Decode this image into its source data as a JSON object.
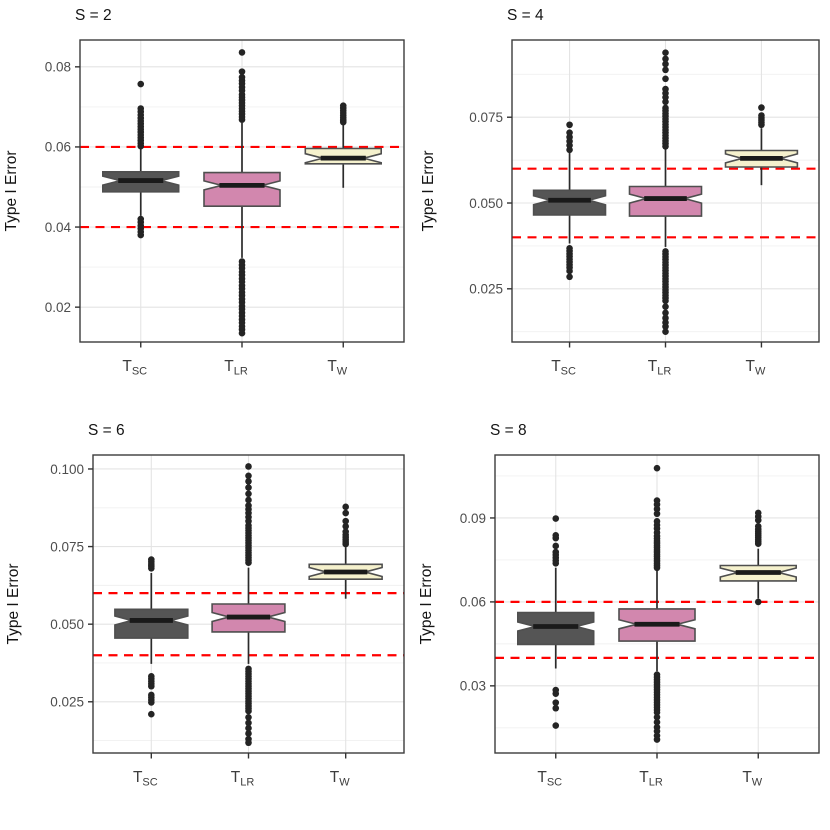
{
  "figure": {
    "ylabel": "Type I Error",
    "x_categories": [
      {
        "base": "T",
        "sub": "SC"
      },
      {
        "base": "T",
        "sub": "LR"
      },
      {
        "base": "T",
        "sub": "W"
      }
    ],
    "colors": {
      "fill_SC": "#555555",
      "fill_LR": "#D287AE",
      "fill_W": "#F5F1CD",
      "box_stroke": "#4F4F4F",
      "median": "#1A1A1A",
      "whisker": "#2B2B2B",
      "outlier": "#242424",
      "ref_line": "#FF0000",
      "grid_major": "#E4E4E4",
      "grid_minor": "#F0F0F0",
      "panel_border": "#3C3C3C",
      "tick_label": "#4D4D4D",
      "title_text": "#141414",
      "panel_bg": "#FFFFFF"
    }
  },
  "chart_data": [
    {
      "type": "boxplot",
      "title": "S = 2",
      "ylabel": "Type I Error",
      "ylim": [
        0.0113,
        0.0867
      ],
      "yticks": [
        {
          "v": 0.02,
          "label": "0.02"
        },
        {
          "v": 0.04,
          "label": "0.04"
        },
        {
          "v": 0.06,
          "label": "0.06"
        },
        {
          "v": 0.08,
          "label": "0.08"
        }
      ],
      "minor_ticks": [
        0.03,
        0.05,
        0.07
      ],
      "ref_lines": [
        0.04,
        0.06
      ],
      "boxes": [
        {
          "group": "SC",
          "whisker_low": 0.0428,
          "q1": 0.0488,
          "median": 0.0516,
          "q3": 0.0538,
          "whisker_high": 0.0598,
          "outliers": [
            0.038,
            0.0388,
            0.0396,
            0.0404,
            0.0412,
            0.042,
            0.0602,
            0.0609,
            0.0616,
            0.0623,
            0.063,
            0.0637,
            0.0644,
            0.0651,
            0.0658,
            0.0665,
            0.0672,
            0.068,
            0.0688,
            0.0696,
            0.0757
          ]
        },
        {
          "group": "LR",
          "whisker_low": 0.0323,
          "q1": 0.0452,
          "median": 0.0504,
          "q3": 0.0536,
          "whisker_high": 0.066,
          "outliers": [
            0.0135,
            0.0144,
            0.0152,
            0.0161,
            0.0169,
            0.0178,
            0.0186,
            0.0195,
            0.0203,
            0.0212,
            0.022,
            0.0229,
            0.0237,
            0.0246,
            0.0254,
            0.0263,
            0.0271,
            0.028,
            0.0288,
            0.0297,
            0.0305,
            0.0314,
            0.0668,
            0.0675,
            0.0682,
            0.0689,
            0.0696,
            0.0703,
            0.071,
            0.0717,
            0.0724,
            0.0731,
            0.0741,
            0.0749,
            0.0758,
            0.0766,
            0.0774,
            0.0788,
            0.0836
          ]
        },
        {
          "group": "W",
          "whisker_low": 0.0498,
          "q1": 0.0558,
          "median": 0.0572,
          "q3": 0.0596,
          "whisker_high": 0.0655,
          "outliers": [
            0.0662,
            0.0667,
            0.0673,
            0.0679,
            0.0685,
            0.0691,
            0.0697,
            0.0703
          ]
        }
      ]
    },
    {
      "type": "boxplot",
      "title": "S = 4",
      "ylabel": "Type I Error",
      "ylim": [
        0.0095,
        0.0975
      ],
      "yticks": [
        {
          "v": 0.025,
          "label": "0.025"
        },
        {
          "v": 0.05,
          "label": "0.050"
        },
        {
          "v": 0.075,
          "label": "0.075"
        }
      ],
      "minor_ticks": [
        0.0125,
        0.0375,
        0.0625,
        0.0875
      ],
      "ref_lines": [
        0.04,
        0.06
      ],
      "boxes": [
        {
          "group": "SC",
          "whisker_low": 0.0382,
          "q1": 0.0465,
          "median": 0.0508,
          "q3": 0.0537,
          "whisker_high": 0.0648,
          "outliers": [
            0.0285,
            0.0302,
            0.0312,
            0.032,
            0.0328,
            0.0336,
            0.0344,
            0.0352,
            0.036,
            0.0368,
            0.0655,
            0.0668,
            0.068,
            0.0692,
            0.0705,
            0.0728
          ]
        },
        {
          "group": "LR",
          "whisker_low": 0.0372,
          "q1": 0.0462,
          "median": 0.0513,
          "q3": 0.0548,
          "whisker_high": 0.0658,
          "outliers": [
            0.0125,
            0.014,
            0.0152,
            0.0165,
            0.018,
            0.0198,
            0.0215,
            0.0223,
            0.0231,
            0.0239,
            0.0247,
            0.0255,
            0.0263,
            0.0271,
            0.0279,
            0.0287,
            0.0295,
            0.0303,
            0.0311,
            0.0319,
            0.0327,
            0.0335,
            0.0343,
            0.0351,
            0.0359,
            0.0665,
            0.0673,
            0.0681,
            0.0689,
            0.0697,
            0.0705,
            0.0713,
            0.0721,
            0.0729,
            0.0737,
            0.0745,
            0.0753,
            0.0761,
            0.0769,
            0.0777,
            0.0795,
            0.0808,
            0.082,
            0.0832,
            0.0862,
            0.0888,
            0.0905,
            0.092,
            0.0938
          ]
        },
        {
          "group": "W",
          "whisker_low": 0.0552,
          "q1": 0.0605,
          "median": 0.063,
          "q3": 0.0653,
          "whisker_high": 0.0718,
          "outliers": [
            0.0728,
            0.0735,
            0.0742,
            0.0748,
            0.0755,
            0.0778
          ]
        }
      ]
    },
    {
      "type": "boxplot",
      "title": "S = 6",
      "ylabel": "Type I Error",
      "ylim": [
        0.0085,
        0.1045
      ],
      "yticks": [
        {
          "v": 0.025,
          "label": "0.025"
        },
        {
          "v": 0.05,
          "label": "0.050"
        },
        {
          "v": 0.075,
          "label": "0.075"
        },
        {
          "v": 0.1,
          "label": "0.100"
        }
      ],
      "minor_ticks": [
        0.0125,
        0.0375,
        0.0625,
        0.0875
      ],
      "ref_lines": [
        0.04,
        0.06
      ],
      "boxes": [
        {
          "group": "SC",
          "whisker_low": 0.0372,
          "q1": 0.0455,
          "median": 0.0512,
          "q3": 0.0548,
          "whisker_high": 0.0665,
          "outliers": [
            0.021,
            0.0248,
            0.0256,
            0.0264,
            0.0272,
            0.03,
            0.0308,
            0.0316,
            0.0324,
            0.0332,
            0.068,
            0.0687,
            0.0694,
            0.0701,
            0.0708
          ]
        },
        {
          "group": "LR",
          "whisker_low": 0.0372,
          "q1": 0.0475,
          "median": 0.0523,
          "q3": 0.0565,
          "whisker_high": 0.0682,
          "outliers": [
            0.0118,
            0.013,
            0.0148,
            0.0165,
            0.0182,
            0.02,
            0.022,
            0.0228,
            0.0236,
            0.0244,
            0.0252,
            0.026,
            0.0268,
            0.0276,
            0.0284,
            0.0292,
            0.03,
            0.0308,
            0.0316,
            0.0324,
            0.0332,
            0.034,
            0.0348,
            0.0356,
            0.0698,
            0.0706,
            0.0714,
            0.0722,
            0.073,
            0.0738,
            0.0746,
            0.0754,
            0.0762,
            0.077,
            0.0778,
            0.0786,
            0.0794,
            0.0802,
            0.081,
            0.0818,
            0.0832,
            0.0845,
            0.0858,
            0.087,
            0.0882,
            0.09,
            0.092,
            0.094,
            0.096,
            0.0978,
            0.1008
          ]
        },
        {
          "group": "W",
          "whisker_low": 0.0582,
          "q1": 0.0645,
          "median": 0.0668,
          "q3": 0.0693,
          "whisker_high": 0.0748,
          "outliers": [
            0.0758,
            0.0765,
            0.0772,
            0.078,
            0.0788,
            0.0798,
            0.0815,
            0.0832,
            0.0858,
            0.0878
          ]
        }
      ]
    },
    {
      "type": "boxplot",
      "title": "S = 8",
      "ylabel": "Type I Error",
      "ylim": [
        0.006,
        0.1125
      ],
      "yticks": [
        {
          "v": 0.03,
          "label": "0.03"
        },
        {
          "v": 0.06,
          "label": "0.06"
        },
        {
          "v": 0.09,
          "label": "0.09"
        }
      ],
      "minor_ticks": [
        0.015,
        0.045,
        0.075,
        0.105
      ],
      "ref_lines": [
        0.04,
        0.06
      ],
      "boxes": [
        {
          "group": "SC",
          "whisker_low": 0.0362,
          "q1": 0.0448,
          "median": 0.0512,
          "q3": 0.0562,
          "whisker_high": 0.0722,
          "outliers": [
            0.0158,
            0.022,
            0.024,
            0.0272,
            0.0285,
            0.0738,
            0.0748,
            0.0758,
            0.0768,
            0.0778,
            0.08,
            0.0828,
            0.0838,
            0.0898
          ]
        },
        {
          "group": "LR",
          "whisker_low": 0.0352,
          "q1": 0.046,
          "median": 0.052,
          "q3": 0.0575,
          "whisker_high": 0.0712,
          "outliers": [
            0.0108,
            0.0122,
            0.0138,
            0.0152,
            0.017,
            0.0188,
            0.0205,
            0.0214,
            0.0223,
            0.0232,
            0.0241,
            0.025,
            0.0259,
            0.0268,
            0.0277,
            0.0286,
            0.0295,
            0.0304,
            0.0313,
            0.0322,
            0.0331,
            0.034,
            0.0722,
            0.073,
            0.0738,
            0.0746,
            0.0754,
            0.0762,
            0.077,
            0.0778,
            0.0786,
            0.0794,
            0.0802,
            0.081,
            0.0818,
            0.0826,
            0.0835,
            0.0848,
            0.0862,
            0.0875,
            0.0888,
            0.0915,
            0.0932,
            0.0948,
            0.0962,
            0.1078
          ]
        },
        {
          "group": "W",
          "whisker_low": 0.0612,
          "q1": 0.0675,
          "median": 0.0705,
          "q3": 0.073,
          "whisker_high": 0.079,
          "outliers": [
            0.06,
            0.0808,
            0.0815,
            0.0822,
            0.083,
            0.0838,
            0.0845,
            0.0852,
            0.086,
            0.087,
            0.0892,
            0.0905,
            0.0918
          ]
        }
      ]
    }
  ]
}
